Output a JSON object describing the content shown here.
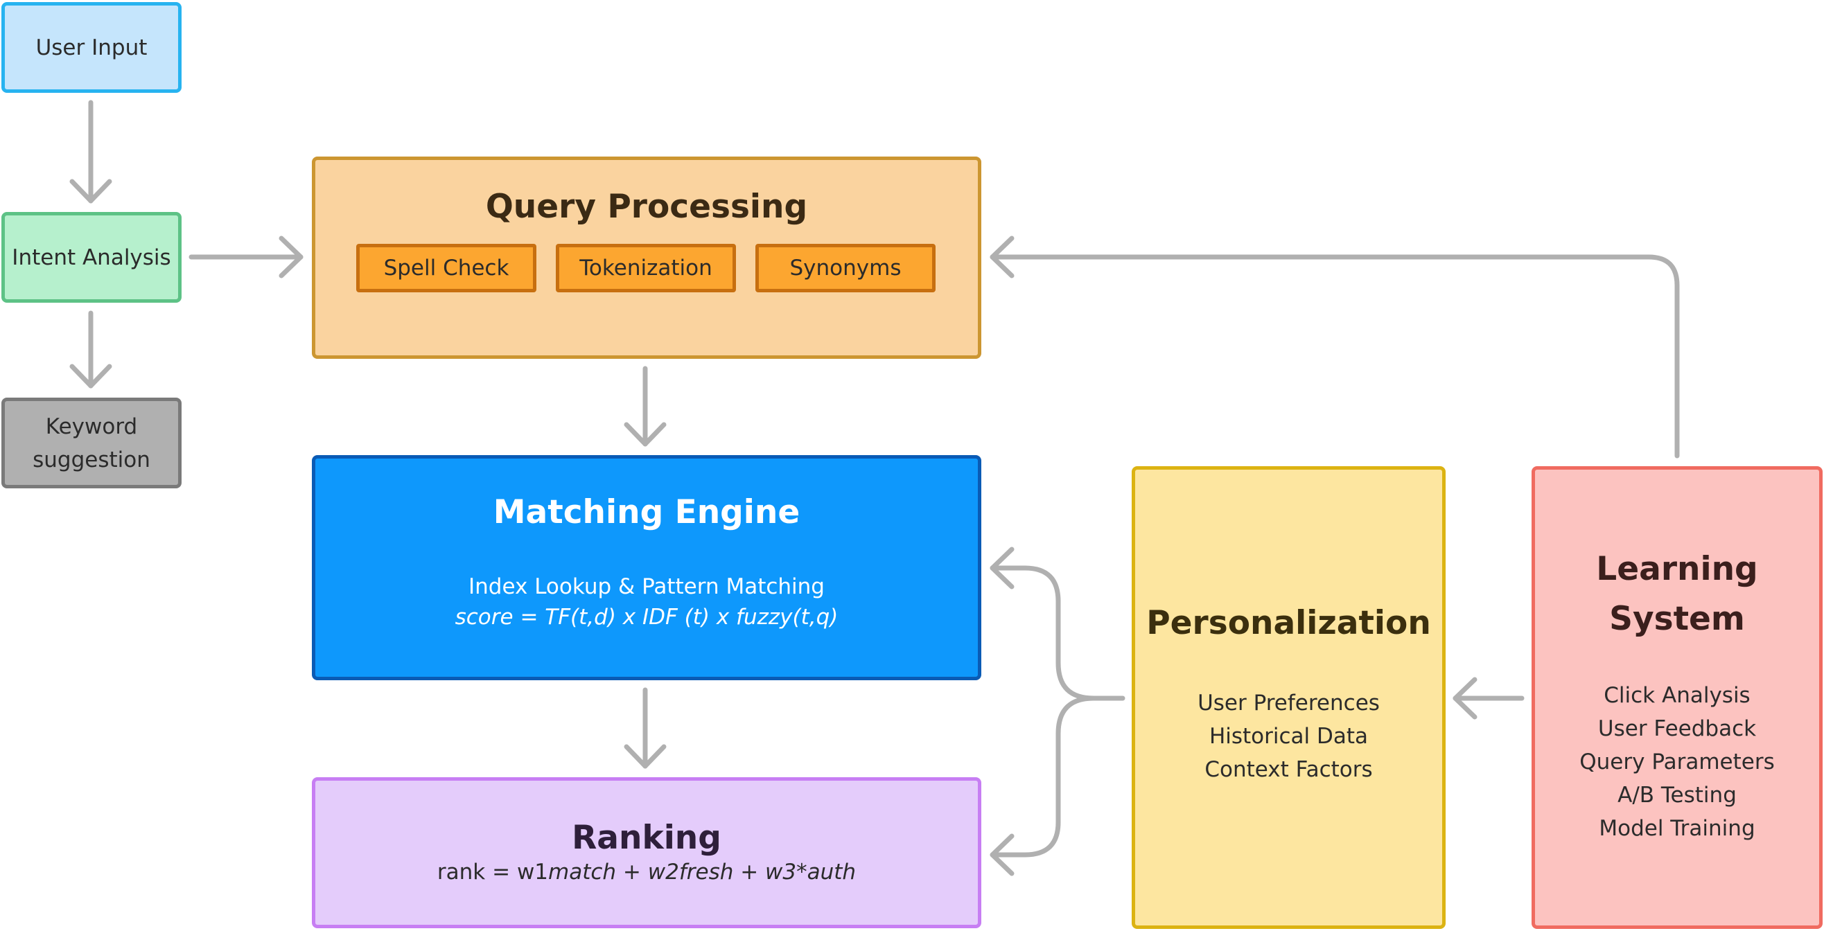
{
  "nodes": {
    "user_input": "User Input",
    "intent_analysis": "Intent Analysis",
    "keyword_suggestion_line1": "Keyword",
    "keyword_suggestion_line2": "suggestion",
    "query_processing": {
      "title": "Query Processing",
      "steps": [
        "Spell Check",
        "Tokenization",
        "Synonyms"
      ]
    },
    "matching_engine": {
      "title": "Matching Engine",
      "description": "Index Lookup & Pattern Matching",
      "formula": "score = TF(t,d) x IDF (t) x fuzzy(t,q)"
    },
    "ranking": {
      "title": "Ranking",
      "formula_prefix": "rank = w1",
      "formula_italic": "match + w2fresh + w3*auth"
    },
    "personalization": {
      "title": "Personalization",
      "items": [
        "User Preferences",
        "Historical Data",
        "Context Factors"
      ]
    },
    "learning_system": {
      "title": "Learning System",
      "items": [
        "Click Analysis",
        "User Feedback",
        "Query Parameters",
        "A/B Testing",
        "Model Training"
      ]
    }
  },
  "colors": {
    "arrow": "#b0b0b0",
    "user_input_fill": "#c5e5fc",
    "intent_fill": "#b6f0cd",
    "keyword_fill": "#b0b0b0",
    "query_fill": "#fad39f",
    "step_fill": "#fca630",
    "matching_fill": "#0e98fc",
    "ranking_fill": "#e4ccfb",
    "personalization_fill": "#fde6a0",
    "learning_fill": "#fcc3c0"
  },
  "edges": [
    {
      "from": "User Input",
      "to": "Intent Analysis"
    },
    {
      "from": "Intent Analysis",
      "to": "Keyword suggestion"
    },
    {
      "from": "Intent Analysis",
      "to": "Query Processing"
    },
    {
      "from": "Query Processing",
      "to": "Matching Engine"
    },
    {
      "from": "Matching Engine",
      "to": "Ranking"
    },
    {
      "from": "Personalization",
      "to": "Matching Engine"
    },
    {
      "from": "Personalization",
      "to": "Ranking"
    },
    {
      "from": "Learning System",
      "to": "Personalization"
    },
    {
      "from": "Learning System",
      "to": "Query Processing"
    }
  ]
}
